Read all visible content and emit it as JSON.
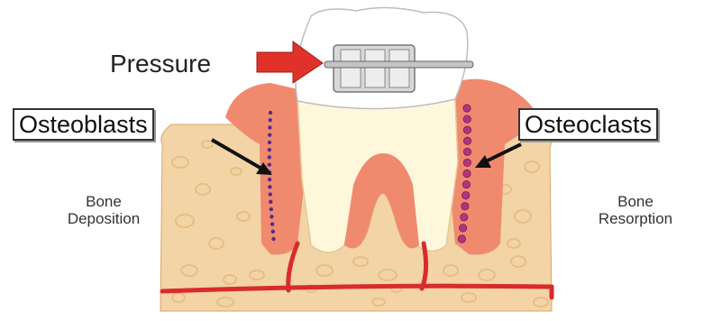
{
  "labels": {
    "pressure": "Pressure",
    "osteoblasts": "Osteoblasts",
    "osteoclasts": "Osteoclasts",
    "bone_deposition_line1": "Bone",
    "bone_deposition_line2": "Deposition",
    "bone_resorption_line1": "Bone",
    "bone_resorption_line2": "Resorption"
  },
  "colors": {
    "bone": "#F2D4A6",
    "bone_pore": "#E8BE86",
    "gum": "#F08A6E",
    "tooth": "#FFF7DC",
    "crown": "#FFFFFF",
    "vessel": "#D92B2B",
    "arrow": "#E0322A",
    "cell_left": "#5A2A8C",
    "cell_right": "#B0357E"
  }
}
